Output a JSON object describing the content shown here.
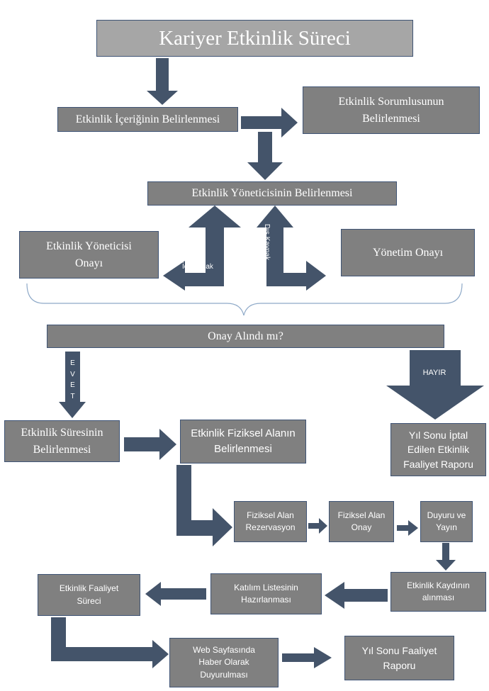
{
  "title": "Kariyer Etkinlik Süreci",
  "nodes": {
    "icerik": "Etkinlik İçeriğinin Belirlenmesi",
    "sorumlu": "Etkinlik Sorumlusunun Belirlenmesi",
    "yonetici": "Etkinlik Yöneticisinin Belirlenmesi",
    "yonetici_onay": "Etkinlik Yöneticisi Onayı",
    "yonetim_onay": "Yönetim Onayı",
    "onay_alindi": "Onay Alındı mı?",
    "sure": "Etkinlik Süresinin Belirlenmesi",
    "fiziksel_alan": "Etkinlik Fiziksel Alanın Belirlenmesi",
    "iptal_rapor": "Yıl Sonu İptal Edilen Etkinlik Faaliyet Raporu",
    "rezervasyon": "Fiziksel Alan Rezervasyon",
    "alan_onay": "Fiziksel Alan Onay",
    "duyuru": "Duyuru ve Yayın",
    "kayit": "Etkinlik Kaydının alınması",
    "katilim": "Katılım Listesinin Hazırlanması",
    "faaliyet_sureci": "Etkinlik Faaliyet Süreci",
    "web": "Web Sayfasında Haber Olarak Duyurulması",
    "yil_sonu_rapor": "Yıl Sonu Faaliyet Raporu"
  },
  "labels": {
    "ic_kaynak": "İç Kaynak",
    "dis_kaynak": "Dış Kaynak",
    "evet": "EVET",
    "hayir": "HAYIR"
  },
  "colors": {
    "arrow": "#44546a",
    "box_fill": "#808080",
    "title_fill": "#a6a6a6",
    "box_border": "#3f5475"
  }
}
